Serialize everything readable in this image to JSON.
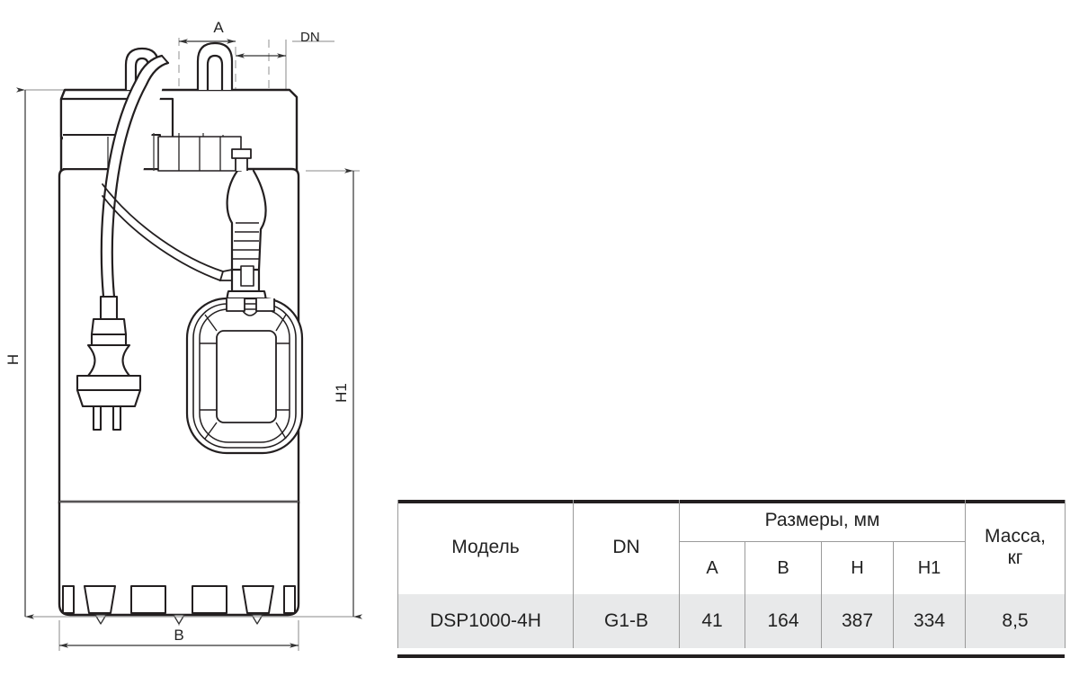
{
  "drawing": {
    "title": "submersible-pump-dimension-drawing",
    "dimension_labels": {
      "A": "A",
      "B": "B",
      "DN": "DN",
      "H": "H",
      "H1": "H1"
    },
    "line_color": "#231f20",
    "thin_line_color": "#8a8a8a",
    "centerline_color": "#9a9a9a"
  },
  "table": {
    "header": {
      "model": "Модель",
      "dn": "DN",
      "dimensions_group": "Размеры, мм",
      "dimension_cols": [
        "A",
        "B",
        "H",
        "H1"
      ],
      "mass_line1": "Масса,",
      "mass_line2": "кг"
    },
    "rows": [
      {
        "model": "DSP1000-4H",
        "dn": "G1-B",
        "A": "41",
        "B": "164",
        "H": "387",
        "H1": "334",
        "mass": "8,5"
      }
    ],
    "colors": {
      "rule": "#231f20",
      "grid": "#9a9a9a",
      "data_row_bg": "#e8e9ea"
    }
  }
}
